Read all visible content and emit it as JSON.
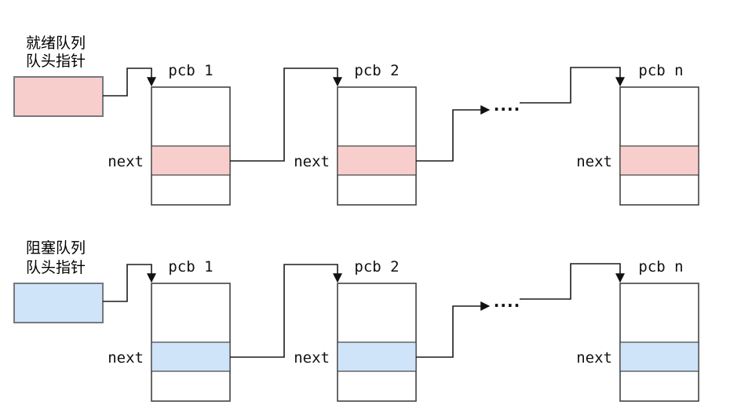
{
  "colors": {
    "ready_fill": "#f8cecc",
    "blocked_fill": "#cfe3f9",
    "node_border": "#424242",
    "head_border": "#75797e",
    "line": "#1c1c1c"
  },
  "rows": [
    {
      "id": "ready-queue",
      "label_line1": "就绪队列",
      "label_line2": "队头指针",
      "dots": "....",
      "nodes": [
        {
          "title": "pcb 1",
          "next_label": "next"
        },
        {
          "title": "pcb 2",
          "next_label": "next"
        },
        {
          "title": "pcb n",
          "next_label": "next"
        }
      ]
    },
    {
      "id": "blocked-queue",
      "label_line1": "阻塞队列",
      "label_line2": "队头指针",
      "dots": "....",
      "nodes": [
        {
          "title": "pcb 1",
          "next_label": "next"
        },
        {
          "title": "pcb 2",
          "next_label": "next"
        },
        {
          "title": "pcb n",
          "next_label": "next"
        }
      ]
    }
  ]
}
